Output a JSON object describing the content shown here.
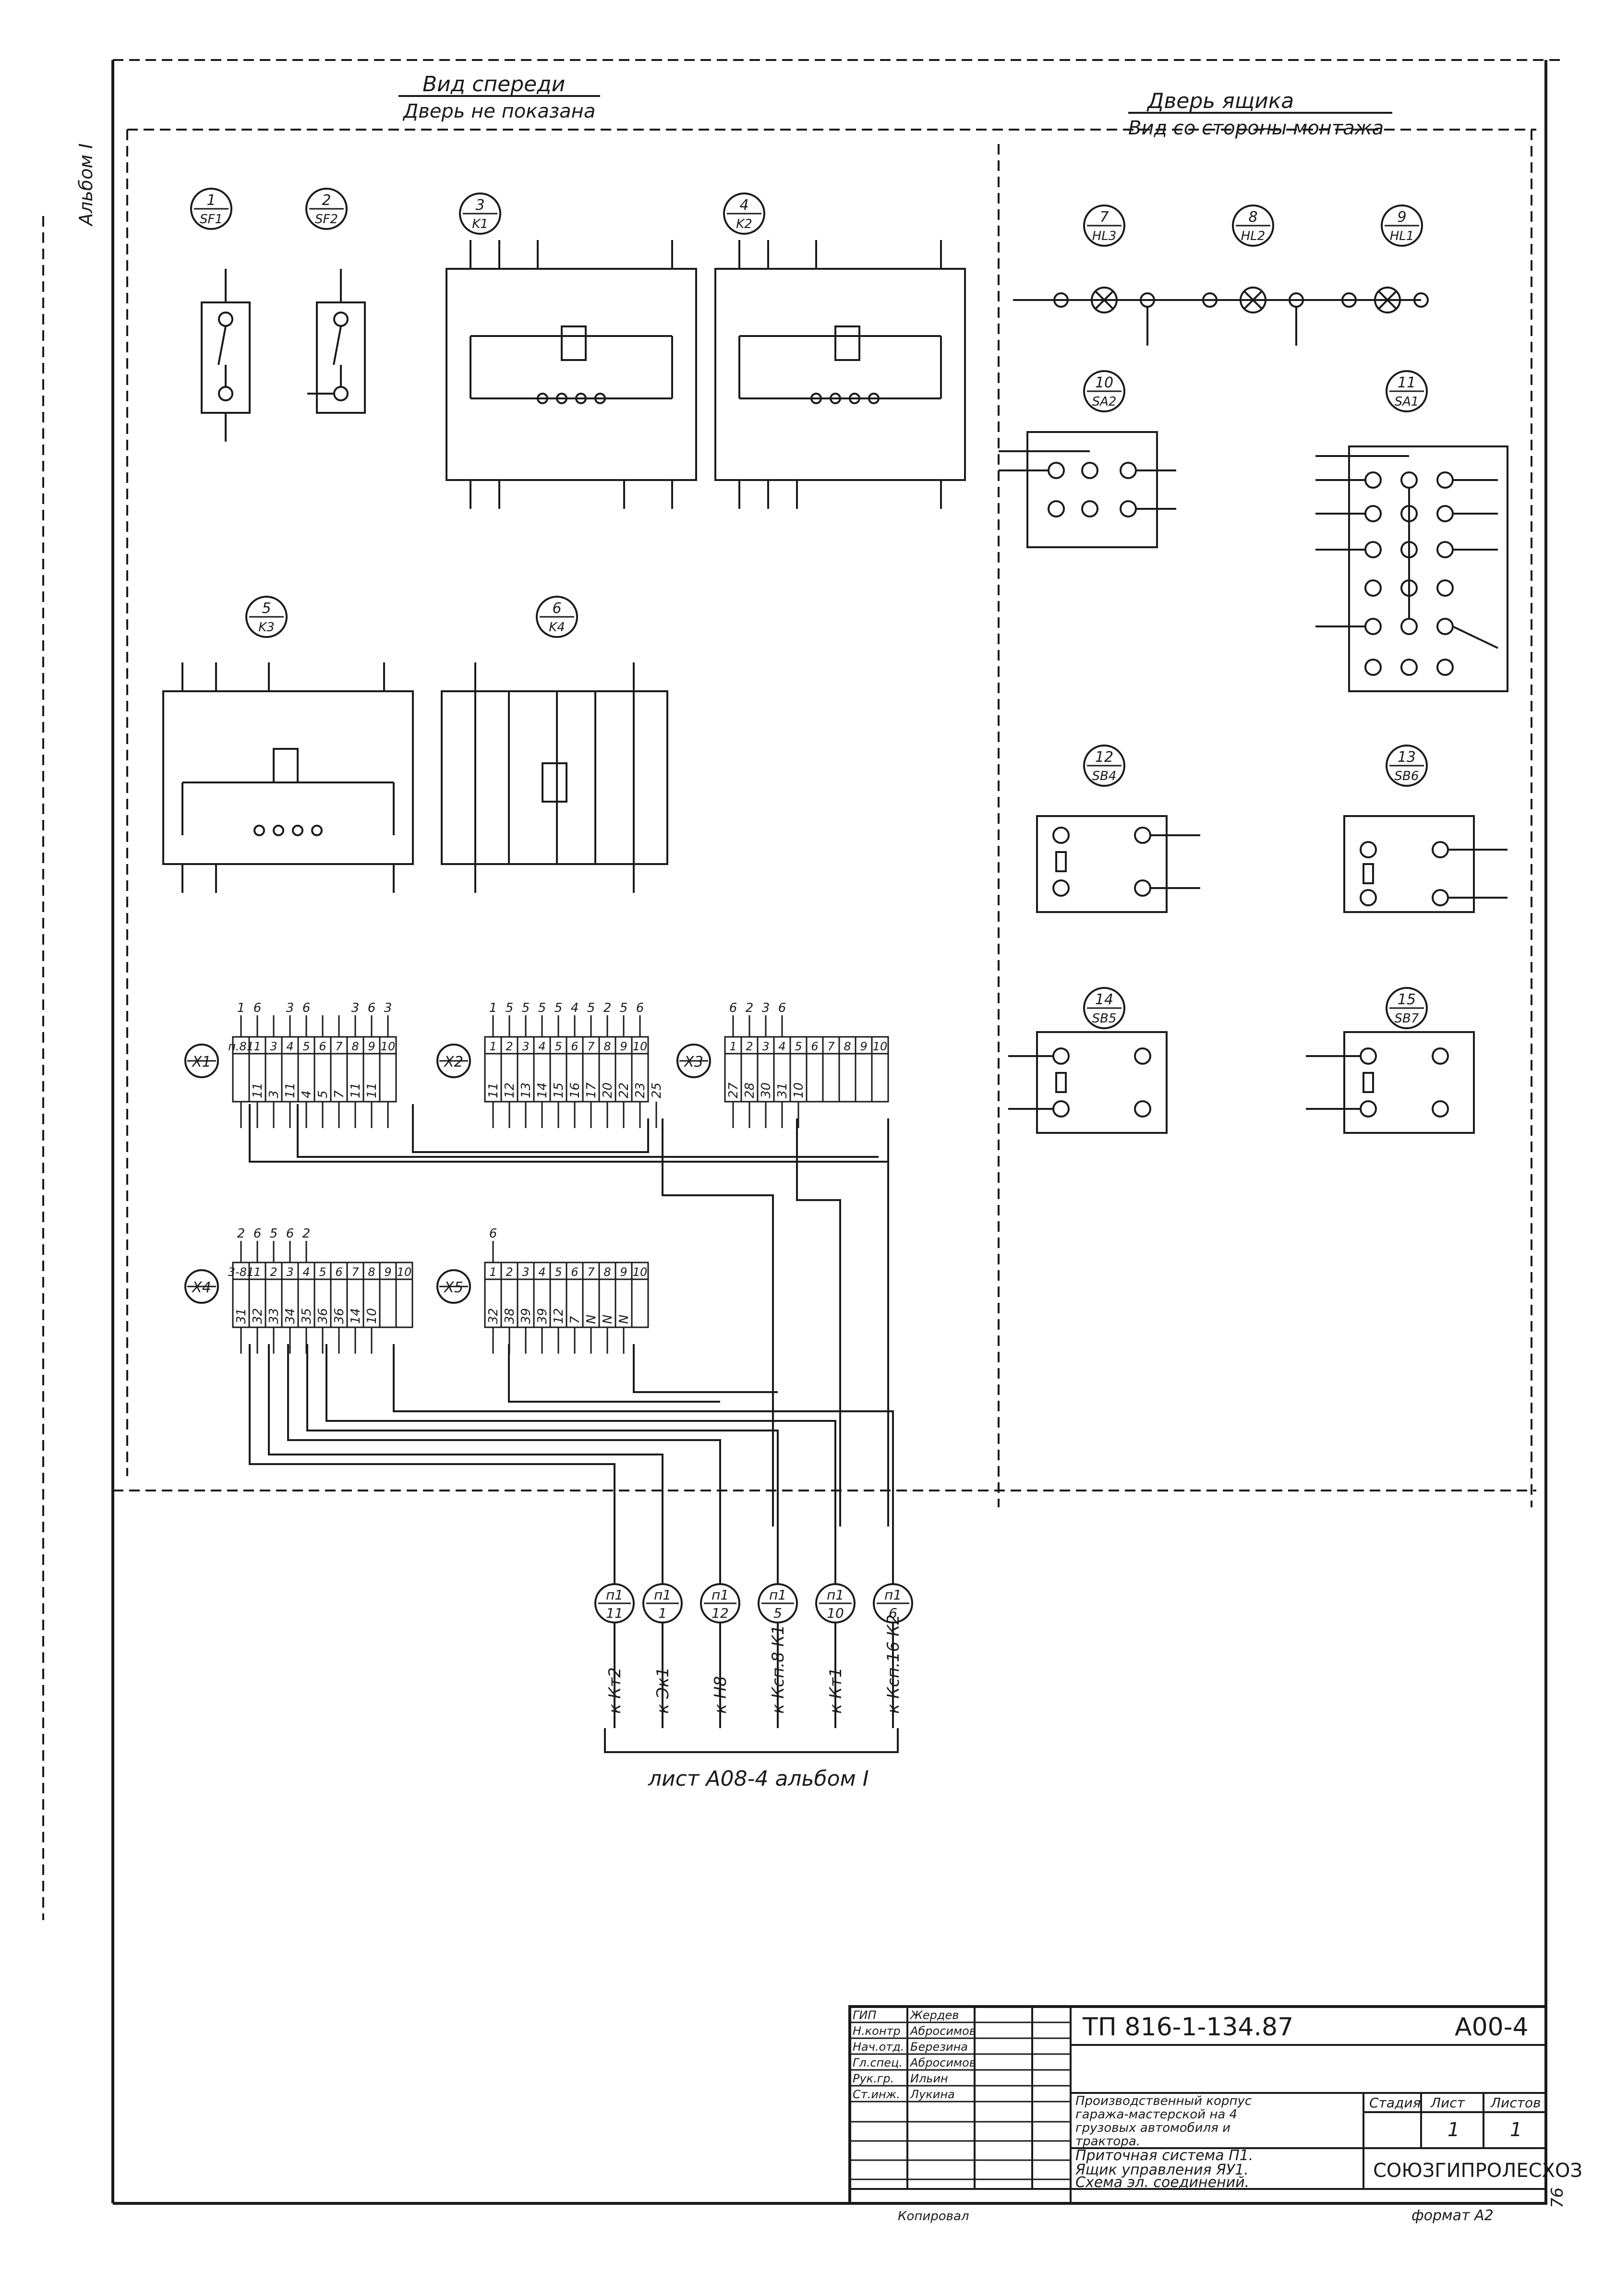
{
  "album_label": "Альбом I",
  "front_view": {
    "title": "Вид спереди",
    "subtitle": "Дверь не показана"
  },
  "door_view": {
    "title": "Дверь ящика",
    "subtitle": "Вид со стороны монтажа"
  },
  "devices": [
    {
      "num": "1",
      "code": "SF1"
    },
    {
      "num": "2",
      "code": "SF2"
    },
    {
      "num": "3",
      "code": "K1"
    },
    {
      "num": "4",
      "code": "K2"
    },
    {
      "num": "5",
      "code": "K3"
    },
    {
      "num": "6",
      "code": "K4"
    },
    {
      "num": "7",
      "code": "HL3"
    },
    {
      "num": "8",
      "code": "HL2"
    },
    {
      "num": "9",
      "code": "HL1"
    },
    {
      "num": "10",
      "code": "SA2"
    },
    {
      "num": "11",
      "code": "SA1"
    },
    {
      "num": "12",
      "code": "SB4"
    },
    {
      "num": "13",
      "code": "SB6"
    },
    {
      "num": "14",
      "code": "SB5"
    },
    {
      "num": "15",
      "code": "SB7"
    }
  ],
  "terminal_strips": [
    {
      "name": "X1",
      "top": [
        "1",
        "6",
        "",
        "3",
        "6",
        "",
        "",
        "3",
        "6",
        "3"
      ],
      "cells": [
        "п.81",
        "1",
        "3",
        "4",
        "5",
        "6",
        "7",
        "8",
        "9",
        "10"
      ],
      "bottom": [
        "",
        "11",
        "3",
        "11",
        "4",
        "5",
        "7",
        "11",
        "11",
        ""
      ]
    },
    {
      "name": "X2",
      "top": [
        "1",
        "5",
        "5",
        "5",
        "5",
        "4",
        "5",
        "2",
        "5",
        "6"
      ],
      "cells": [
        "1",
        "2",
        "3",
        "4",
        "5",
        "6",
        "7",
        "8",
        "9",
        "10"
      ],
      "bottom": [
        "11",
        "12",
        "13",
        "14",
        "15",
        "16",
        "17",
        "20",
        "22",
        "23",
        "25"
      ]
    },
    {
      "name": "X3",
      "top": [
        "6",
        "2",
        "3",
        "6"
      ],
      "cells": [
        "1",
        "2",
        "3",
        "4",
        "5",
        "6",
        "7",
        "8",
        "9",
        "10"
      ],
      "bottom": [
        "27",
        "28",
        "30",
        "31",
        "10"
      ]
    },
    {
      "name": "X4",
      "top": [
        "2",
        "6",
        "5",
        "6",
        "2"
      ],
      "cells": [
        "3-81",
        "1",
        "2",
        "3",
        "4",
        "5",
        "6",
        "7",
        "8",
        "9",
        "10"
      ],
      "bottom": [
        "31",
        "32",
        "33",
        "34",
        "35",
        "36",
        "36",
        "14",
        "10"
      ]
    },
    {
      "name": "X5",
      "top": [
        "6"
      ],
      "cells": [
        "1",
        "2",
        "3",
        "4",
        "5",
        "6",
        "7",
        "8",
        "9",
        "10"
      ],
      "bottom": [
        "32",
        "38",
        "39",
        "39",
        "12",
        "7",
        "N",
        "N",
        "N"
      ]
    }
  ],
  "cable_markers": [
    {
      "top": "п1",
      "bottom": "11",
      "dest": "к Кт2"
    },
    {
      "top": "п1",
      "bottom": "1",
      "dest": "к Эк1"
    },
    {
      "top": "п1",
      "bottom": "12",
      "dest": "к Н8"
    },
    {
      "top": "п1",
      "bottom": "5",
      "dest": "к Ксп.8 К1"
    },
    {
      "top": "п1",
      "bottom": "10",
      "dest": "к Кт1"
    },
    {
      "top": "п1",
      "bottom": "6",
      "dest": "к Ксп.16 К2"
    }
  ],
  "sheet_reference": "лист А08-4 альбом I",
  "title_block": {
    "roles": [
      {
        "role": "ГИП",
        "name": "Жердев"
      },
      {
        "role": "Н.контр",
        "name": "Абросимов"
      },
      {
        "role": "Нач.отд.",
        "name": "Березина"
      },
      {
        "role": "Гл.спец.",
        "name": "Абросимов"
      },
      {
        "role": "Рук.гр.",
        "name": "Ильин"
      },
      {
        "role": "Ст.инж.",
        "name": "Лукина"
      }
    ],
    "doc_code": "ТП 816-1-134.87",
    "sheet_code": "А00-4",
    "project_name": "Производственный корпус гаража-мастерской на 4 грузовых автомобиля и трактора.",
    "drawing_title": "Приточная система П1. Ящик управления ЯУ1. Схема эл. соединений.",
    "stage_label": "Стадия",
    "sheet_label": "Лист",
    "sheets_label": "Листов",
    "sheet": "1",
    "sheets": "1",
    "organization": "СОЮЗГИПРОЛЕСХОЗ",
    "copied_by": "Копировал",
    "format": "формат А2",
    "margin_number": "76"
  }
}
